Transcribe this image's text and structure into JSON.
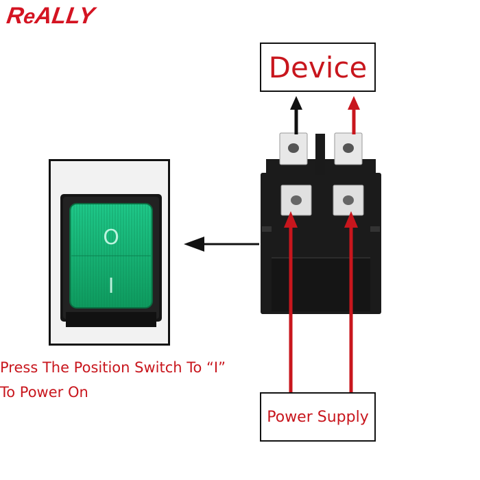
{
  "brand": {
    "logo_text_a": "R",
    "logo_text_b": "e",
    "logo_text_c": "ALLY"
  },
  "labels": {
    "device": "Device",
    "power_supply": "Power Supply"
  },
  "caption": {
    "line1": "Press The Position Switch To “I”",
    "line2": "To Power On"
  },
  "switch": {
    "off_symbol": "O",
    "on_symbol": "I",
    "lens_color": "#12a86a"
  },
  "colors": {
    "accent_red": "#c8161d",
    "logo_red": "#d41422",
    "arrow_black": "#111111"
  },
  "icons": [
    "rocker-switch-front",
    "switch-back-terminals",
    "arrow-up-icon",
    "arrow-left-icon"
  ]
}
